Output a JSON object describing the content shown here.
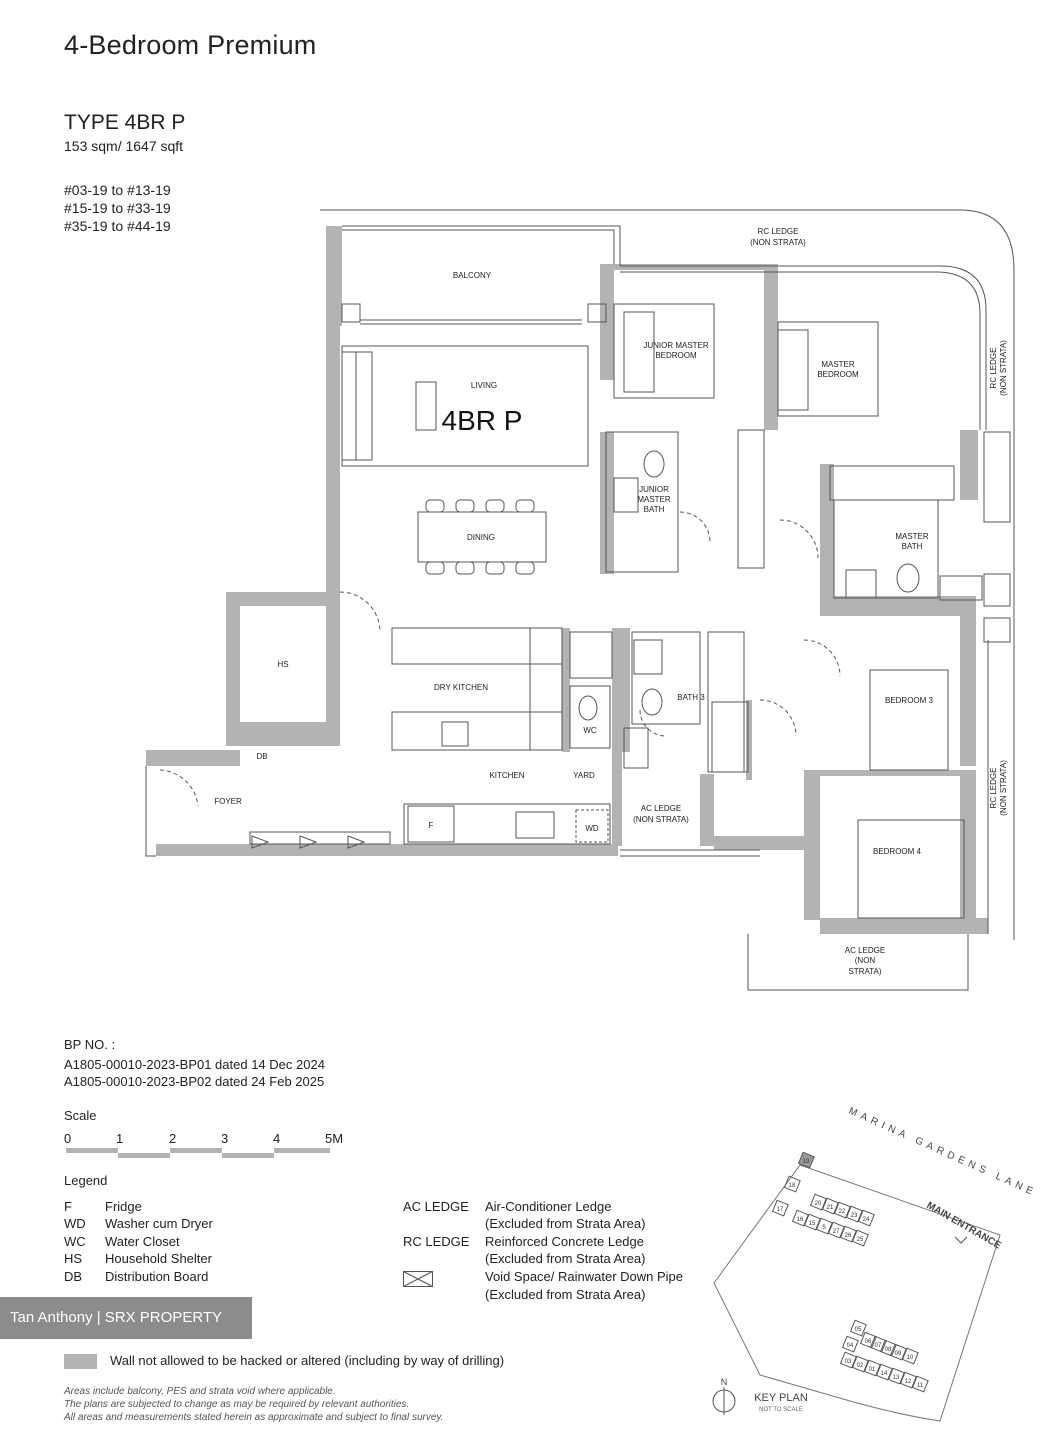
{
  "header": {
    "title": "4-Bedroom Premium",
    "type": "TYPE 4BR P",
    "area": "153 sqm/ 1647 sqft",
    "units": [
      "#03-19 to #13-19",
      "#15-19 to #33-19",
      "#35-19 to #44-19"
    ]
  },
  "plan": {
    "type_label": "4BR P",
    "rooms": {
      "balcony": "BALCONY",
      "living": "LIVING",
      "dining": "DINING",
      "junior_master_bedroom_1": "JUNIOR MASTER",
      "junior_master_bedroom_2": "BEDROOM",
      "master_bedroom_1": "MASTER",
      "master_bedroom_2": "BEDROOM",
      "junior_master_bath_1": "JUNIOR",
      "junior_master_bath_2": "MASTER",
      "junior_master_bath_3": "BATH",
      "master_bath_1": "MASTER",
      "master_bath_2": "BATH",
      "hs": "HS",
      "db": "DB",
      "foyer": "FOYER",
      "dry_kitchen": "DRY KITCHEN",
      "kitchen": "KITCHEN",
      "yard": "YARD",
      "wc": "WC",
      "bath3": "BATH 3",
      "bedroom3": "BEDROOM 3",
      "bedroom4": "BEDROOM 4",
      "fridge": "F",
      "wd": "WD",
      "rc_ledge_top_1": "RC LEDGE",
      "rc_ledge_top_2": "(NON STRATA)",
      "rc_ledge_right_1": "RC LEDGE",
      "rc_ledge_right_2": "(NON STRATA)",
      "rc_ledge_right2_1": "RC LEDGE",
      "rc_ledge_right2_2": "(NON STRATA)",
      "ac_ledge_mid_1": "AC LEDGE",
      "ac_ledge_mid_2": "(NON STRATA)",
      "ac_ledge_bot_1": "AC LEDGE",
      "ac_ledge_bot_2": "(NON",
      "ac_ledge_bot_3": "STRATA)"
    }
  },
  "bp": {
    "label": "BP NO. :",
    "lines": [
      "A1805-00010-2023-BP01 dated 14 Dec 2024",
      "A1805-00010-2023-BP02 dated 24 Feb 2025"
    ]
  },
  "scale": {
    "label": "Scale",
    "ticks": [
      "0",
      "1",
      "2",
      "3",
      "4",
      "5M"
    ]
  },
  "legend": {
    "label": "Legend",
    "left": [
      {
        "key": "F",
        "value": "Fridge"
      },
      {
        "key": "WD",
        "value": "Washer cum Dryer"
      },
      {
        "key": "WC",
        "value": "Water Closet"
      },
      {
        "key": "HS",
        "value": "Household Shelter"
      },
      {
        "key": "DB",
        "value": "Distribution Board"
      }
    ],
    "right": [
      {
        "key": "AC LEDGE",
        "value1": "Air-Conditioner Ledge",
        "value2": "(Excluded from Strata Area)"
      },
      {
        "key": "RC LEDGE",
        "value1": "Reinforced Concrete Ledge",
        "value2": "(Excluded from Strata Area)"
      },
      {
        "key": "",
        "value1": "Void Space/ Rainwater Down Pipe",
        "value2": "(Excluded from Strata Area)"
      }
    ]
  },
  "wall_note": "Wall not allowed to be hacked or altered (including by way of drilling)",
  "watermark": "Tan Anthony | SRX PROPERTY",
  "notes": [
    "Areas include balcony, PES and strata void where applicable.",
    "The plans are subjected to change as may be required by relevant authorities.",
    "All areas and measurements stated herein as approximate and subject to final survey."
  ],
  "keyplan": {
    "road": "MARINA GARDENS LANE",
    "entrance": "MAIN ENTRANCE",
    "north": "N",
    "label": "KEY PLAN",
    "sublabel": "NOT TO SCALE",
    "upper_units": [
      "19",
      "18",
      "20",
      "21",
      "22",
      "23",
      "24",
      "17",
      "16",
      "15",
      "5",
      "27",
      "26",
      "25"
    ],
    "lower_units": [
      "05",
      "04",
      "06",
      "07",
      "08",
      "09",
      "10",
      "03",
      "02",
      "01",
      "14",
      "13",
      "12",
      "11"
    ],
    "highlight_color": "#999999"
  },
  "colors": {
    "wall": "#b3b3b3",
    "line": "#555555"
  }
}
